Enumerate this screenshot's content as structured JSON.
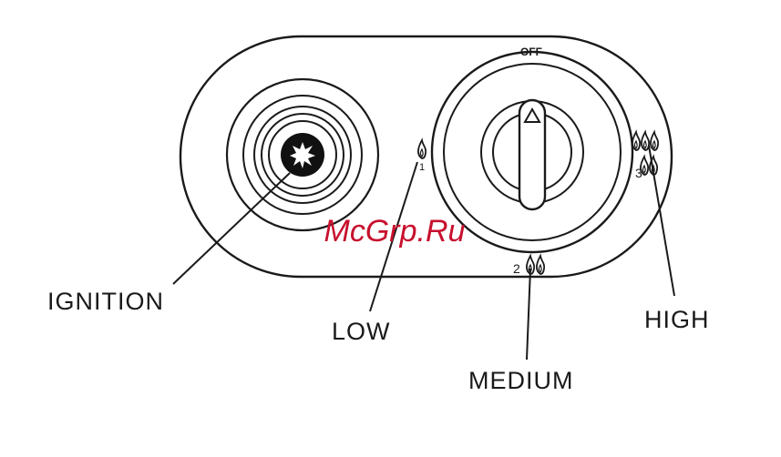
{
  "diagram": {
    "callouts": {
      "ignition": "IGNITION",
      "low": "LOW",
      "medium": "MEDIUM",
      "high": "HIGH"
    },
    "dial": {
      "off_mark": "OFF",
      "low_number": "1",
      "medium_number": "2",
      "high_number": "3"
    },
    "icons": {
      "flame": "flame-icon",
      "spark": "spark-icon",
      "pointer": "triangle-pointer-icon"
    },
    "colors": {
      "line": "#1a1a1a",
      "watermark": "#c8102e"
    }
  },
  "watermark": "McGrp.Ru"
}
